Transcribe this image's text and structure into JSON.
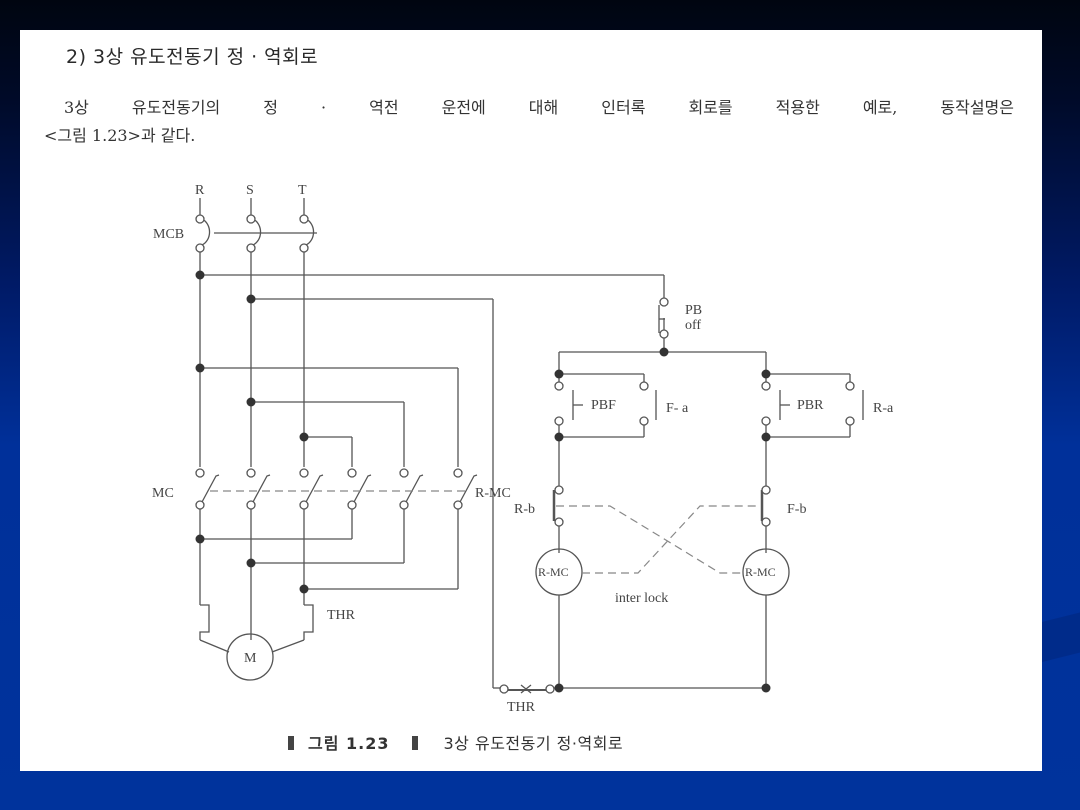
{
  "slide": {
    "heading": "2) 3상 유도전동기 정 · 역회로",
    "paragraph": {
      "line1": "3상 유도전동기의 정 · 역전 운전에 대해 인터록 회로를 적용한 예로, 동작설명은",
      "line2": "<그림 1.23>과 같다."
    },
    "caption": {
      "figure_number": "그림 1.23",
      "figure_title": "3상 유도전동기 정·역회로"
    }
  },
  "diagram": {
    "phases": [
      "R",
      "S",
      "T"
    ],
    "labels": {
      "mcb": "MCB",
      "mc": "MC",
      "r_mc_contacts": "R-MC",
      "thr_main": "THR",
      "motor": "M",
      "pb_off_line1": "PB",
      "pb_off_line2": "off",
      "pbf": "PBF",
      "f_a": "F- a",
      "pbr": "PBR",
      "r_a": "R-a",
      "r_b": "R-b",
      "f_b": "F-b",
      "coil_left": "R-MC",
      "coil_right": "R-MC",
      "interlock": "inter lock",
      "thr_control": "THR"
    }
  },
  "colors": {
    "line": "#555555",
    "dashed": "#888888",
    "panel": "#ffffff",
    "background_top": "#000510",
    "background_bottom": "#00339c"
  }
}
